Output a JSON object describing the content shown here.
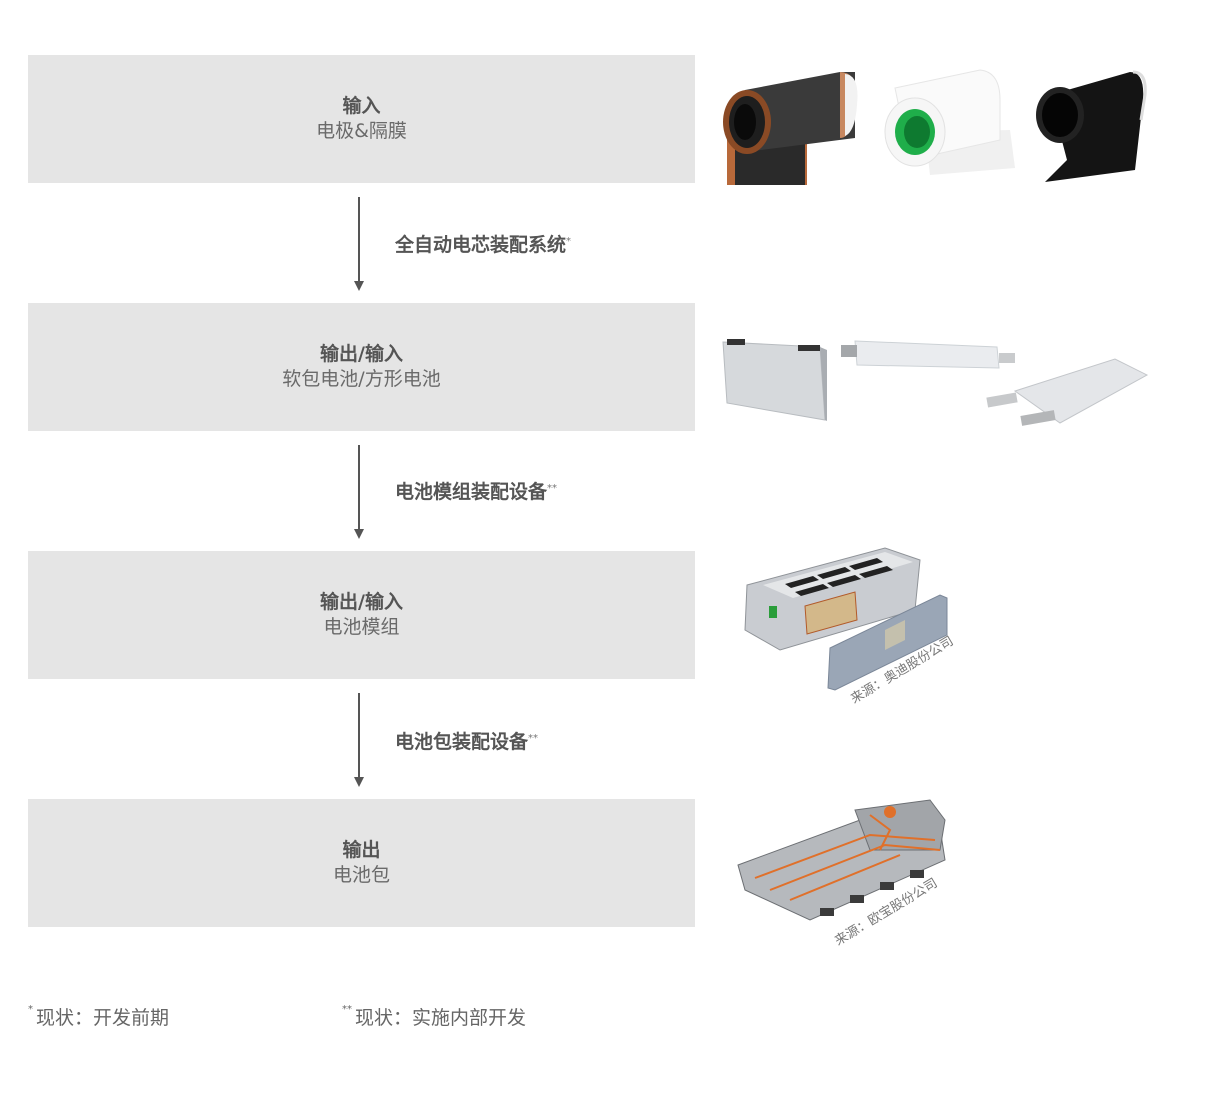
{
  "stages": [
    {
      "title": "输入",
      "subtitle": "电极&隔膜"
    },
    {
      "title": "输出/输入",
      "subtitle": "软包电池/方形电池"
    },
    {
      "title": "输出/输入",
      "subtitle": "电池模组"
    },
    {
      "title": "输出",
      "subtitle": "电池包"
    }
  ],
  "processes": [
    {
      "label": "全自动电芯装配系统",
      "mark": "*"
    },
    {
      "label": "电池模组装配设备",
      "mark": "**"
    },
    {
      "label": "电池包装配设备",
      "mark": "**"
    }
  ],
  "images": {
    "electrodes": {
      "items": [
        "copper-foil-roll",
        "separator-roll",
        "graphite-electrode-roll"
      ]
    },
    "cells": {
      "items": [
        "prismatic-cell",
        "pouch-cell-long",
        "pouch-cell"
      ]
    },
    "module": {
      "source": "来源：奥迪股份公司"
    },
    "pack": {
      "source": "来源：欧宝股份公司"
    }
  },
  "footnotes": [
    {
      "mark": "*",
      "text": "现状：开发前期"
    },
    {
      "mark": "**",
      "text": "现状：实施内部开发"
    }
  ],
  "colors": {
    "box_bg": "#e5e5e5",
    "text": "#555555",
    "arrow": "#555555",
    "copper": "#b8693a",
    "green_core": "#1fae4a",
    "wire_orange": "#e0702a"
  }
}
